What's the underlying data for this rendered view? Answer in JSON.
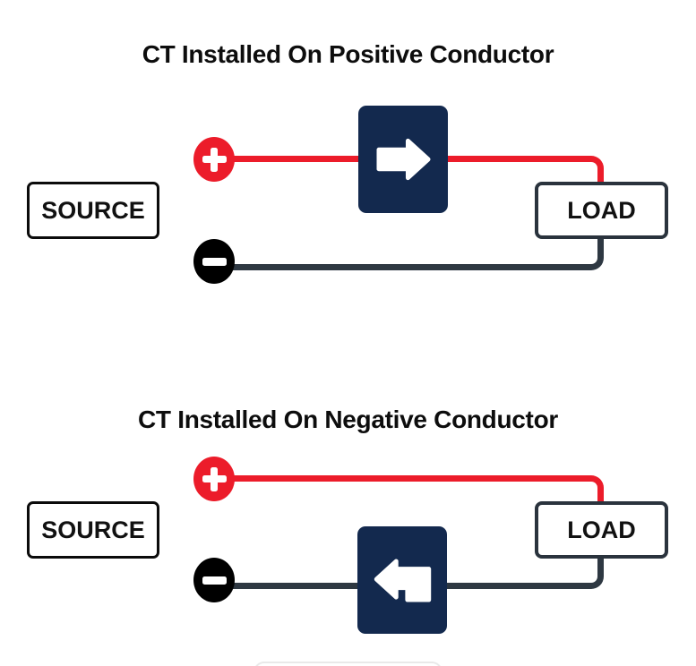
{
  "colors": {
    "red": "#EC1C2A",
    "navy": "#13294E",
    "wire_dark": "#2E3842",
    "load_border": "#2A333D",
    "source_border": "#0B0B0B",
    "title_text": "#0D0D0D",
    "cutoff_border": "#E9E9E9",
    "bg": "#FFFFFF"
  },
  "diagrams": [
    {
      "title": "CT Installed On Positive Conductor",
      "source_label": "SOURCE",
      "load_label": "LOAD",
      "positive_terminal_symbol": "+",
      "negative_terminal_symbol": "−",
      "ct_on_conductor": "positive",
      "ct_arrow_icon": "arrow-right-icon",
      "ct_arrow_direction": "right"
    },
    {
      "title": "CT Installed On Negative Conductor",
      "source_label": "SOURCE",
      "load_label": "LOAD",
      "positive_terminal_symbol": "+",
      "negative_terminal_symbol": "−",
      "ct_on_conductor": "negative",
      "ct_arrow_icon": "arrow-left-hook-icon",
      "ct_arrow_direction": "left"
    }
  ],
  "icons": {
    "plus": "plus-icon",
    "minus": "minus-icon"
  }
}
